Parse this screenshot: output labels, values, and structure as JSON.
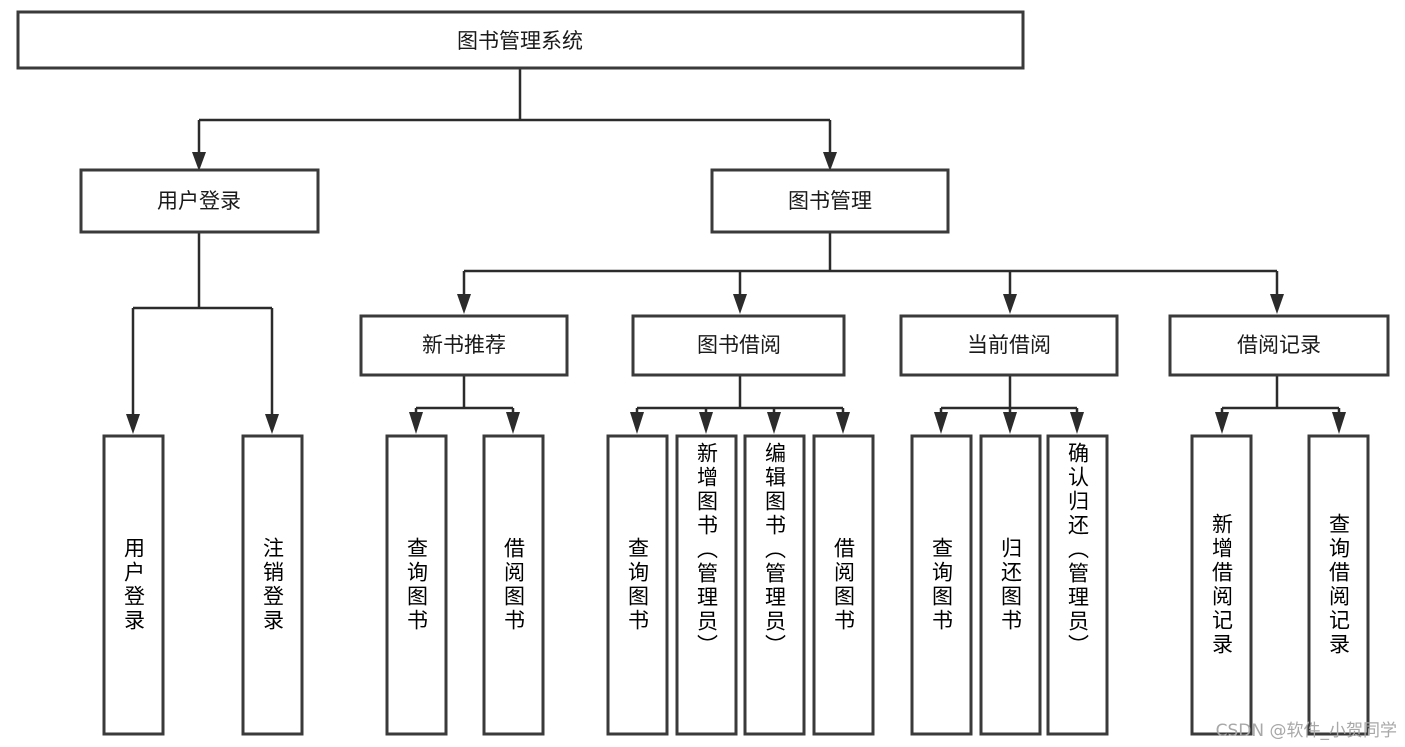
{
  "diagram": {
    "title": "图书管理系统",
    "type": "tree-hierarchy-diagram",
    "colors": {
      "box_stroke": "#3a3a3a",
      "box_fill": "#ffffff",
      "connector": "#2b2b2b",
      "text": "#1a1a1a",
      "watermark": "#a8a8a8"
    },
    "root": {
      "label": "图书管理系统"
    },
    "level2": [
      {
        "label": "用户登录"
      },
      {
        "label": "图书管理"
      }
    ],
    "level3": [
      {
        "label": "新书推荐"
      },
      {
        "label": "图书借阅"
      },
      {
        "label": "当前借阅"
      },
      {
        "label": "借阅记录"
      }
    ],
    "leaves": {
      "user_login": [
        {
          "label": "用户登录"
        },
        {
          "label": "注销登录"
        }
      ],
      "new_book_recommend": [
        {
          "label": "查询图书"
        },
        {
          "label": "借阅图书"
        }
      ],
      "book_borrow": [
        {
          "label": "查询图书"
        },
        {
          "label": "新增图书（管理员）"
        },
        {
          "label": "编辑图书（管理员）"
        },
        {
          "label": "借阅图书"
        }
      ],
      "current_borrow": [
        {
          "label": "查询图书"
        },
        {
          "label": "归还图书"
        },
        {
          "label": "确认归还（管理员）"
        }
      ],
      "borrow_record": [
        {
          "label": "新增借阅记录"
        },
        {
          "label": "查询借阅记录"
        }
      ]
    }
  },
  "watermark": {
    "text": "CSDN @软件_小贺同学"
  }
}
